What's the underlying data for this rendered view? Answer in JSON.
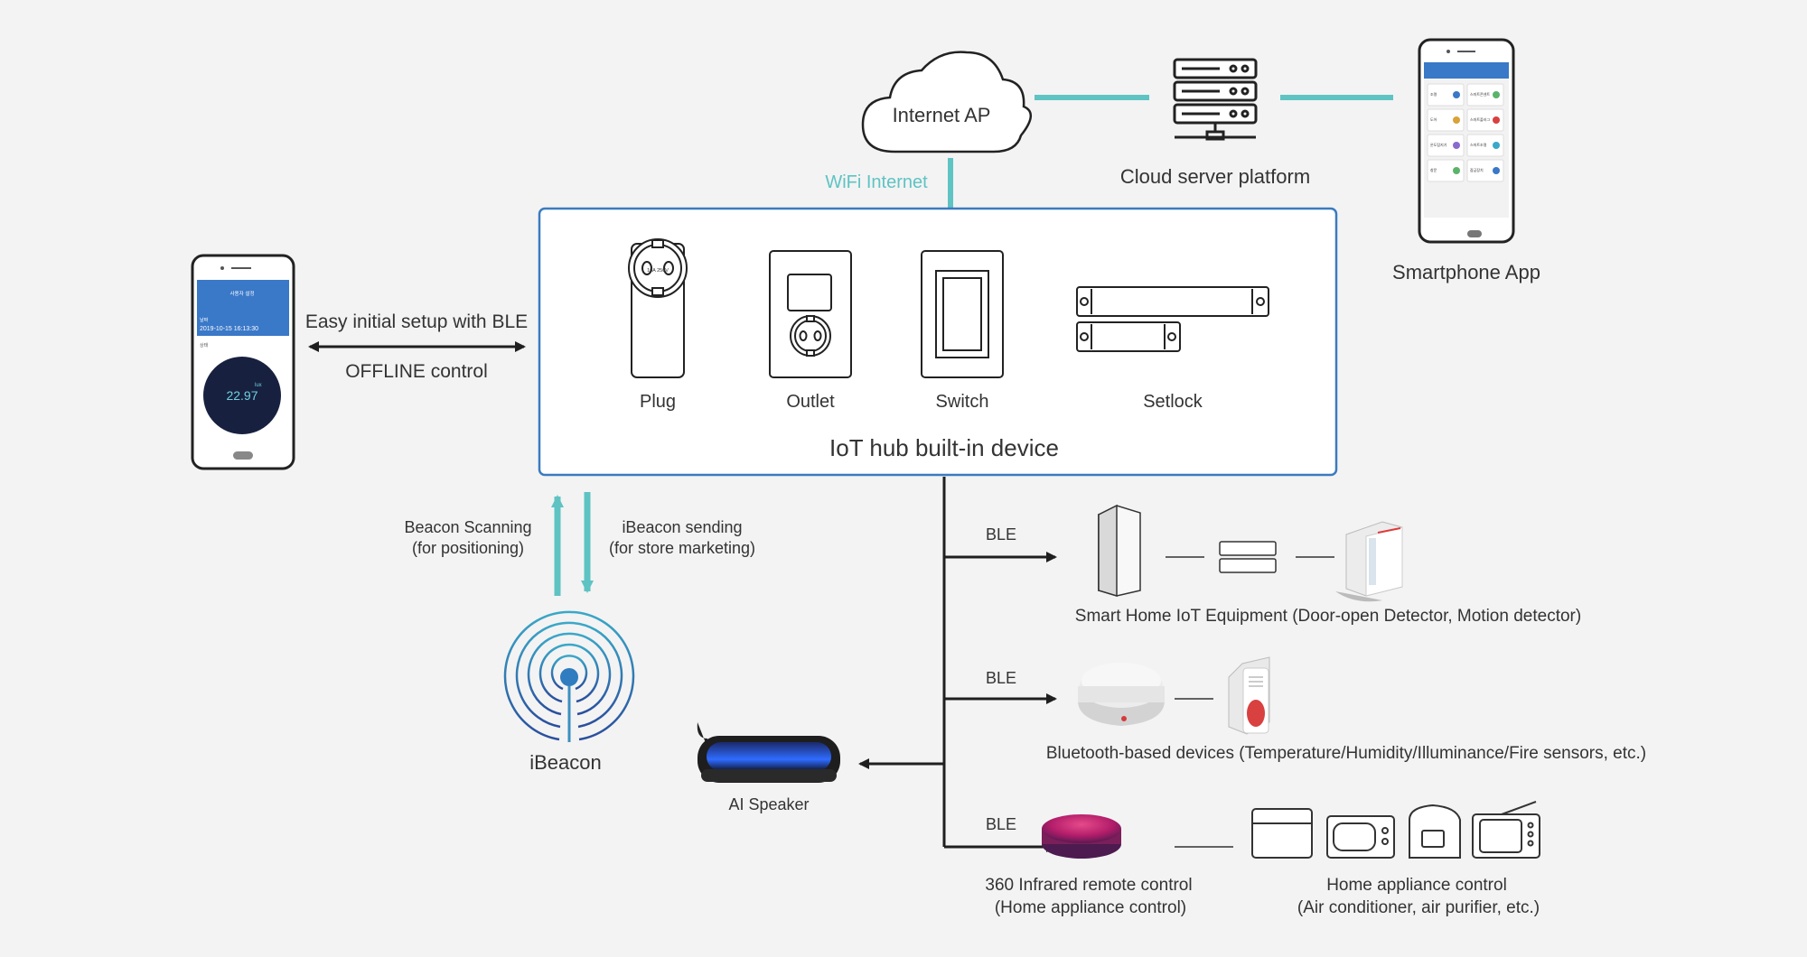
{
  "cloud": {
    "label": "Internet AP"
  },
  "server": {
    "label": "Cloud server platform"
  },
  "wifi": {
    "label": "WiFi Internet"
  },
  "smartphone_app": {
    "label": "Smartphone App"
  },
  "setup": {
    "line1": "Easy initial setup with BLE",
    "line2": "OFFLINE control"
  },
  "phone_left": {
    "title": "사용자 설정",
    "field_label": "날짜",
    "datetime": "2019-10-15 16:13:30",
    "section": "상태",
    "reading": "22.97",
    "unit": "lux"
  },
  "hub": {
    "title": "IoT hub built-in device",
    "devices": [
      "Plug",
      "Outlet",
      "Switch",
      "Setlock"
    ],
    "plug_rating": "16A 250V"
  },
  "beacon": {
    "scan_line1": "Beacon Scanning",
    "scan_line2": "(for positioning)",
    "send_line1": "iBeacon sending",
    "send_line2": "(for store marketing)",
    "label": "iBeacon"
  },
  "speaker": {
    "label": "AI Speaker"
  },
  "ble": {
    "label": "BLE"
  },
  "branches": [
    {
      "caption": "Smart Home IoT Equipment (Door-open Detector, Motion detector)"
    },
    {
      "caption": "Bluetooth-based devices (Temperature/Humidity/Illuminance/Fire sensors, etc.)"
    },
    {
      "caption1": "360 Infrared remote control",
      "caption2": "(Home appliance control)",
      "caption3": "Home appliance control",
      "caption4": "(Air conditioner, air purifier, etc.)"
    }
  ],
  "app_grid": [
    "조명",
    "스마트콘센트",
    "도어",
    "스마트플러그",
    "온도탐지기",
    "스마트조명",
    "창문",
    "잠금장치"
  ],
  "colors": {
    "teal": "#5fc3c3",
    "hub_border": "#3b7bbf",
    "phone_blue": "#3a78c8",
    "dark": "#1f1f1f"
  }
}
